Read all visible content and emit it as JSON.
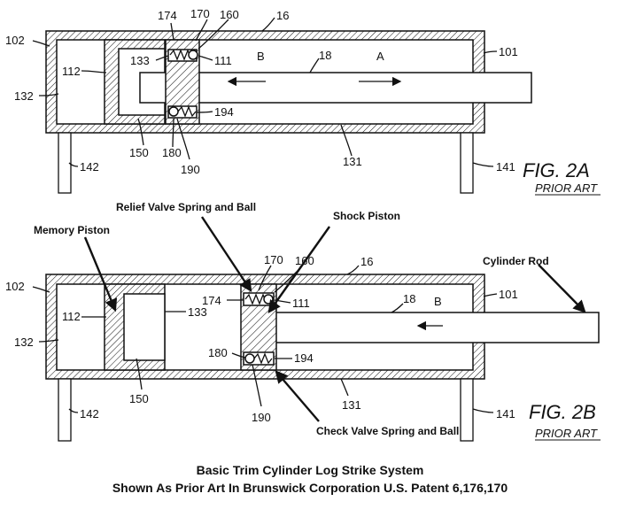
{
  "fig_a": {
    "title": "FIG. 2A",
    "subtitle": "PRIOR ART",
    "refs": {
      "r174": "174",
      "r170": "170",
      "r160": "160",
      "r16": "16",
      "r102": "102",
      "r101": "101",
      "r112": "112",
      "r133": "133",
      "r111": "111",
      "r18": "18",
      "rB": "B",
      "rA": "A",
      "r132": "132",
      "r194": "194",
      "r150": "150",
      "r180": "180",
      "r131": "131",
      "r190": "190",
      "r142": "142",
      "r141": "141"
    }
  },
  "fig_b": {
    "title": "FIG. 2B",
    "subtitle": "PRIOR ART",
    "refs": {
      "r170": "170",
      "r160": "160",
      "r16": "16",
      "r102": "102",
      "r174": "174",
      "r111": "111",
      "r101": "101",
      "r112": "112",
      "r133": "133",
      "r18": "18",
      "rB": "B",
      "r132": "132",
      "r180": "180",
      "r194": "194",
      "r150": "150",
      "r131": "131",
      "r142": "142",
      "r190": "190",
      "r141": "141"
    },
    "annotations": {
      "relief_valve": "Relief Valve Spring and Ball",
      "shock_piston": "Shock Piston",
      "memory_piston": "Memory Piston",
      "cylinder_rod": "Cylinder Rod",
      "check_valve": "Check Valve Spring and Ball"
    }
  },
  "caption": {
    "line1": "Basic Trim Cylinder Log Strike System",
    "line2": "Shown As Prior Art In Brunswick Corporation U.S. Patent 6,176,170"
  }
}
